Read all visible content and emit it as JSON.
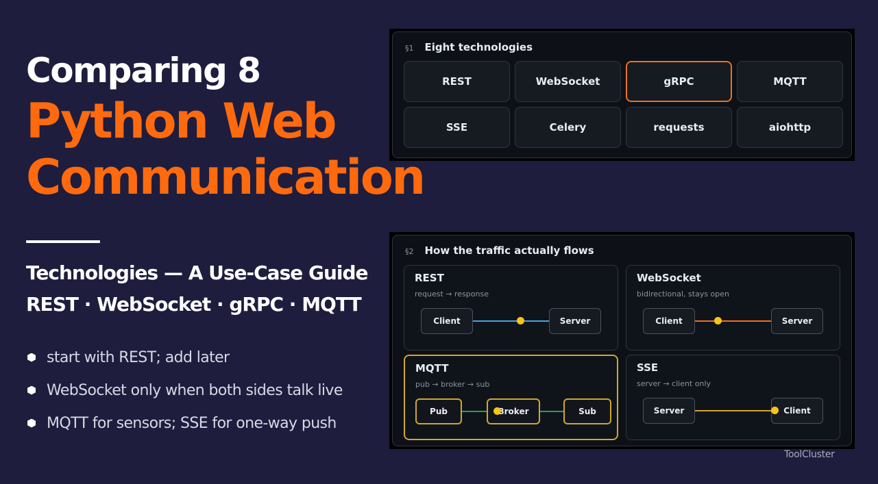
{
  "hero": {
    "title_line1": "Comparing 8",
    "title_line2": "Python Web",
    "title_line3": "Communication",
    "subtitle_line1": "Technologies — A Use-Case Guide",
    "subtitle_line2": "REST · WebSocket · gRPC · MQTT",
    "bullets": [
      "start with REST; add later",
      "WebSocket only when both sides talk live",
      "MQTT for sensors; SSE for one-way push"
    ]
  },
  "panel1": {
    "section": "§1",
    "title": "Eight technologies",
    "technologies": [
      "REST",
      "WebSocket",
      "gRPC",
      "MQTT",
      "SSE",
      "Celery",
      "requests",
      "aiohttp"
    ],
    "highlighted": "gRPC"
  },
  "panel2": {
    "section": "§2",
    "title": "How the traffic actually flows",
    "flows": [
      {
        "name": "REST",
        "desc": "request → response",
        "nodes": [
          "Client",
          "Server"
        ],
        "line_color": "#4aa3df"
      },
      {
        "name": "WebSocket",
        "desc": "bidirectional, stays open",
        "nodes": [
          "Client",
          "Server"
        ],
        "line_color": "#f0701e"
      },
      {
        "name": "MQTT",
        "desc": "pub → broker → sub",
        "nodes": [
          "Pub",
          "Broker",
          "Sub"
        ],
        "line_color": "#2ea043"
      },
      {
        "name": "SSE",
        "desc": "server → client only",
        "nodes": [
          "Server",
          "Client"
        ],
        "line_color": "#d4a72c"
      }
    ]
  },
  "colors": {
    "background": "#1e1d3d",
    "accent": "#ff6a0f",
    "dot": "#f5c518",
    "highlight_border": "#d4a72c"
  },
  "watermark": "ToolCluster"
}
